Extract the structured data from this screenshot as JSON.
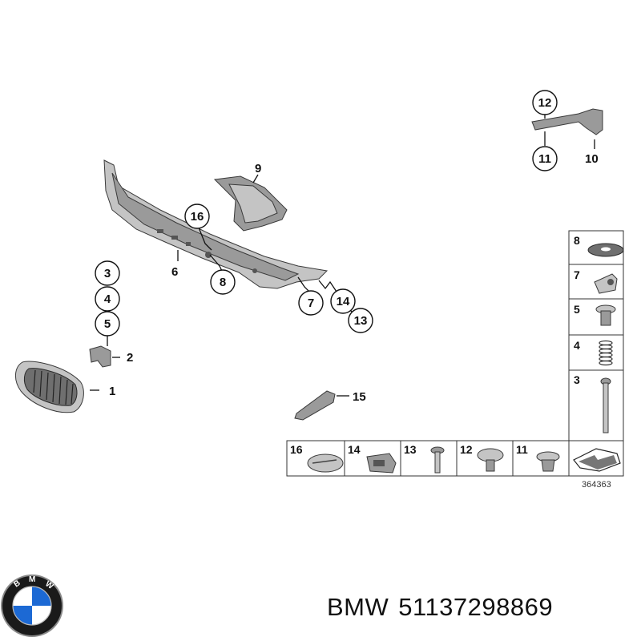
{
  "callouts": {
    "c1": "1",
    "c2": "2",
    "c3": "3",
    "c4": "4",
    "c5": "5",
    "c6": "6",
    "c7": "7",
    "c8": "8",
    "c9": "9",
    "c10": "10",
    "c11": "11",
    "c12": "12",
    "c13": "13",
    "c14": "14",
    "c15": "15",
    "c16": "16"
  },
  "side_column": [
    "8",
    "7",
    "5",
    "4",
    "3"
  ],
  "bottom_row": [
    "16",
    "14",
    "13",
    "12",
    "11"
  ],
  "diagram_ref": "364363",
  "brand_logo_letters": "BMW",
  "caption": {
    "brand": "BMW",
    "part_number": "51137298869"
  }
}
